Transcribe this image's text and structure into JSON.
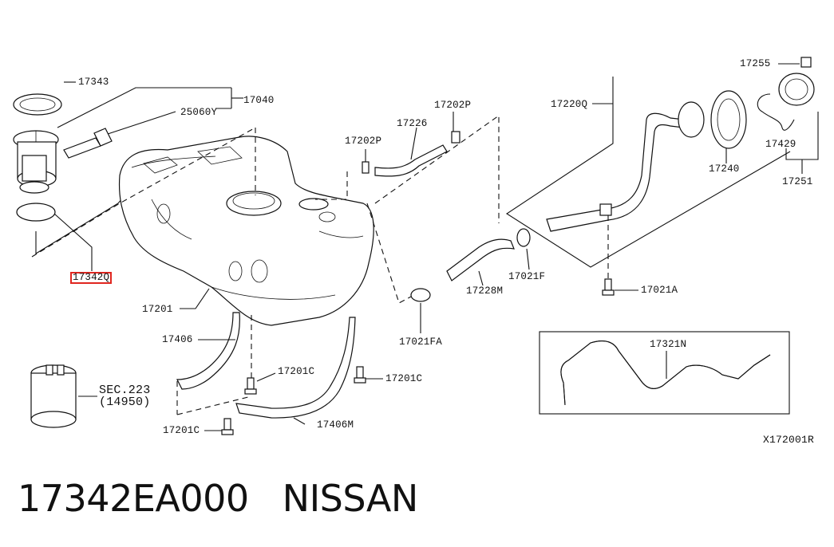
{
  "diagram": {
    "labels": {
      "l17343": "17343",
      "l17040": "17040",
      "l25060Y": "25060Y",
      "l17342Q": "17342Q",
      "l17201": "17201",
      "l17406": "17406",
      "l17201C_a": "17201C",
      "l17201C_b": "17201C",
      "l17201C_c": "17201C",
      "l17406M": "17406M",
      "l17202P_a": "17202P",
      "l17202P_b": "17202P",
      "l17226": "17226",
      "l17228M": "17228M",
      "l17021F": "17021F",
      "l17021FA": "17021FA",
      "l17021A": "17021A",
      "l17220Q": "17220Q",
      "l17240": "17240",
      "l17255": "17255",
      "l17429": "17429",
      "l17251": "17251",
      "l17321N": "17321N",
      "sec223_line1": "SEC.223",
      "sec223_line2": "(14950)",
      "diagram_code": "X172001R"
    },
    "highlighted_part": "17342Q",
    "highlight_color": "#e0261f"
  },
  "footer": {
    "part_number": "17342EA000",
    "brand": "NISSAN"
  }
}
